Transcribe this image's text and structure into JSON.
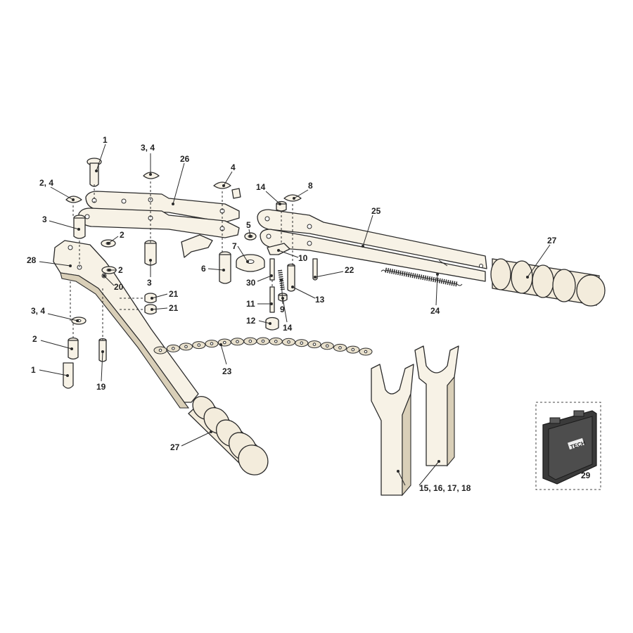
{
  "callouts": {
    "c1_top": "1",
    "c34_top": "3, 4",
    "c26": "26",
    "c4": "4",
    "c14_top": "14",
    "c8": "8",
    "c24_left": "2, 4",
    "c3_left": "3",
    "c2_a": "2",
    "c28": "28",
    "c2_b": "2",
    "c20": "20",
    "c3_mid": "3",
    "c6": "6",
    "c5": "5",
    "c7": "7",
    "c30": "30",
    "c10": "10",
    "c9": "9",
    "c13": "13",
    "c11": "11",
    "c12": "12",
    "c14_bot": "14",
    "c22": "22",
    "c25": "25",
    "c27_right": "27",
    "c24": "24",
    "c21_a": "21",
    "c21_b": "21",
    "c34_left": "3, 4",
    "c2_left": "2",
    "c1_left": "1",
    "c19": "19",
    "c23": "23",
    "c27_left": "27",
    "c15_18": "15, 16, 17, 18",
    "c29": "29"
  },
  "case_logo": "TECH"
}
